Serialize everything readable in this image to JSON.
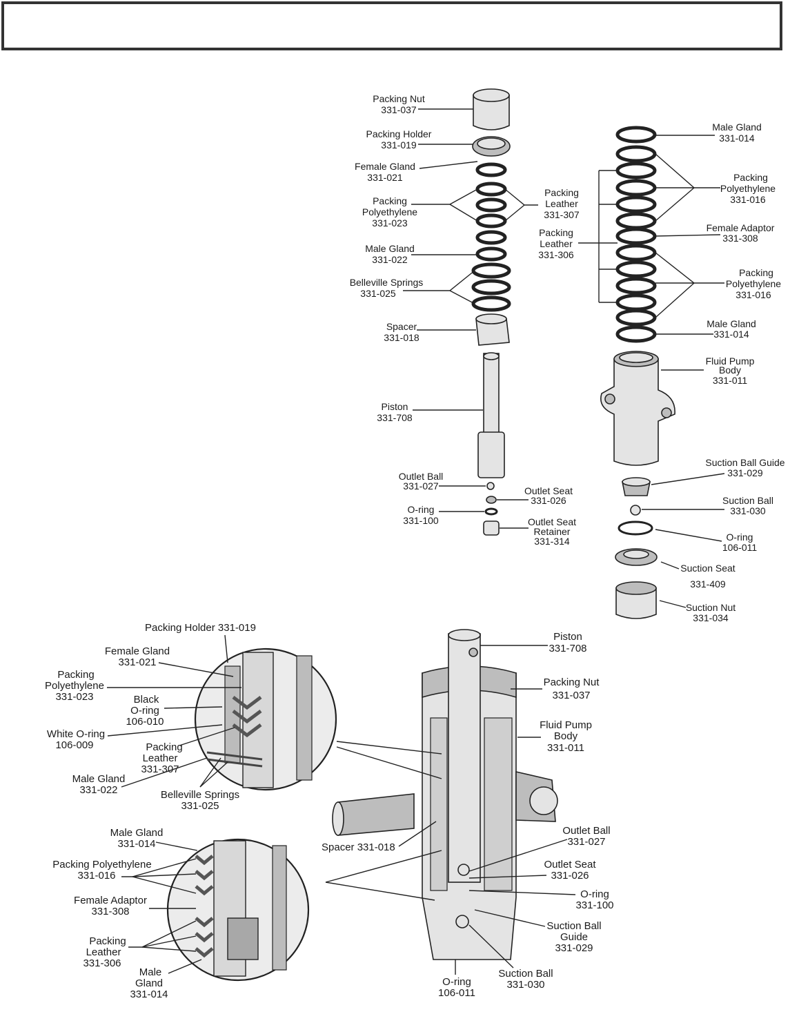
{
  "header": {
    "title": ""
  },
  "top_left": {
    "packing_nut": [
      "Packing Nut",
      "331-037"
    ],
    "packing_holder": [
      "Packing Holder",
      "331-019"
    ],
    "female_gland": [
      "Female Gland",
      "331-021"
    ],
    "packing_polyethylene": [
      "Packing",
      "Polyethylene",
      "331-023"
    ],
    "packing_leather": [
      "Packing",
      "Leather",
      "331-307"
    ],
    "male_gland": [
      "Male Gland",
      "331-022"
    ],
    "belleville": [
      "Belleville Springs",
      "331-025"
    ],
    "spacer": [
      "Spacer",
      "331-018"
    ],
    "piston": [
      "Piston",
      "331-708"
    ],
    "outlet_ball": [
      "Outlet Ball",
      "331-027"
    ],
    "outlet_seat": [
      "Outlet Seat",
      "331-026"
    ],
    "oring": [
      "O-ring",
      "331-100"
    ],
    "outlet_seat_retainer": [
      "Outlet Seat",
      "Retainer",
      "331-314"
    ]
  },
  "top_right": {
    "male_gland_top": [
      "Male Gland",
      "331-014"
    ],
    "packing_poly_1": [
      "Packing",
      "Polyethylene",
      "331-016"
    ],
    "packing_leather": [
      "Packing",
      "Leather",
      "331-306"
    ],
    "female_adaptor": [
      "Female Adaptor",
      "331-308"
    ],
    "packing_poly_2": [
      "Packing",
      "Polyethylene",
      "331-016"
    ],
    "male_gland_bottom": [
      "Male Gland",
      "331-014"
    ],
    "fluid_pump_body": [
      "Fluid Pump",
      "Body",
      "331-011"
    ],
    "suction_ball_guide": [
      "Suction Ball Guide",
      "331-029"
    ],
    "suction_ball": [
      "Suction Ball",
      "331-030"
    ],
    "oring": [
      "O-ring",
      "106-011"
    ],
    "suction_seat": [
      "Suction Seat",
      "331-409"
    ],
    "suction_nut": [
      "Suction Nut",
      "331-034"
    ]
  },
  "bottom_left": {
    "packing_holder": [
      "Packing Holder 331-019"
    ],
    "female_gland": [
      "Female Gland",
      "331-021"
    ],
    "packing_polyethylene": [
      "Packing",
      "Polyethylene",
      "331-023"
    ],
    "black_oring": [
      "Black",
      "O-ring",
      "106-010"
    ],
    "white_oring": [
      "White O-ring",
      "106-009"
    ],
    "packing_leather": [
      "Packing",
      "Leather",
      "331-307"
    ],
    "male_gland": [
      "Male Gland",
      "331-022"
    ],
    "belleville": [
      "Belleville Springs",
      "331-025"
    ],
    "male_gland_2": [
      "Male Gland",
      "331-014"
    ],
    "packing_polyethylene_2": [
      "Packing Polyethylene",
      "331-016"
    ],
    "female_adaptor": [
      "Female Adaptor",
      "331-308"
    ],
    "packing_leather_2": [
      "Packing",
      "Leather",
      "331-306"
    ],
    "male_gland_3": [
      "Male",
      "Gland",
      "331-014"
    ]
  },
  "bottom_right": {
    "piston": [
      "Piston",
      "331-708"
    ],
    "packing_nut": [
      "Packing Nut",
      "331-037"
    ],
    "fluid_pump_body": [
      "Fluid Pump",
      "Body",
      "331-011"
    ],
    "spacer": [
      "Spacer 331-018"
    ],
    "outlet_ball": [
      "Outlet Ball",
      "331-027"
    ],
    "outlet_seat": [
      "Outlet Seat",
      "331-026"
    ],
    "oring": [
      "O-ring",
      "331-100"
    ],
    "suction_ball_guide": [
      "Suction Ball",
      "Guide",
      "331-029"
    ],
    "suction_ball": [
      "Suction Ball",
      "331-030"
    ],
    "oring_2": [
      "O-ring",
      "106-011"
    ]
  }
}
